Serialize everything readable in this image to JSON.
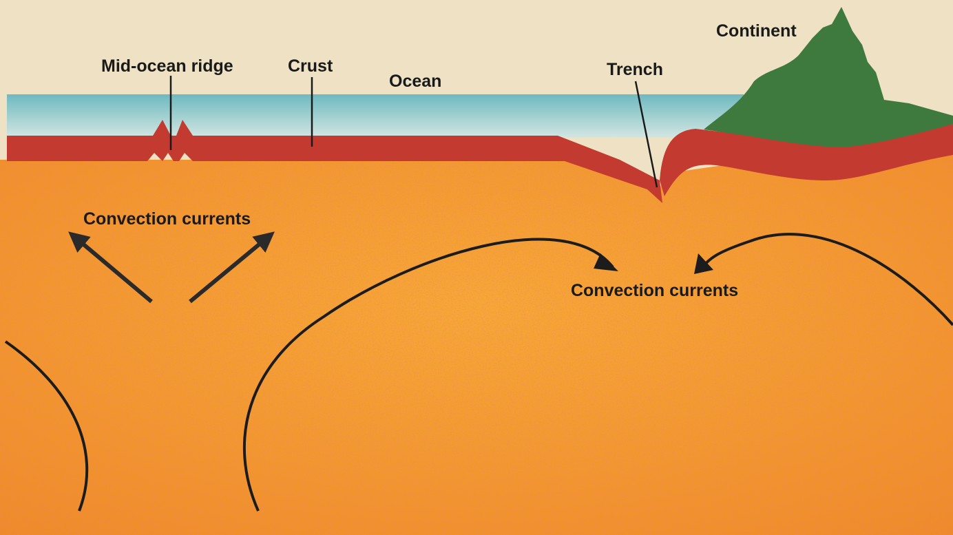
{
  "labels": {
    "mid_ocean_ridge": "Mid-ocean ridge",
    "crust": "Crust",
    "ocean": "Ocean",
    "trench": "Trench",
    "continent": "Continent",
    "convection_left": "Convection currents",
    "convection_right": "Convection currents"
  },
  "colors": {
    "sky": "#efe2c4",
    "ocean": "#8fc8c8",
    "crust": "#c43a30",
    "mantle": "#f3992a",
    "continent": "#3e7a3e",
    "arrows": "#2a2a2a"
  }
}
